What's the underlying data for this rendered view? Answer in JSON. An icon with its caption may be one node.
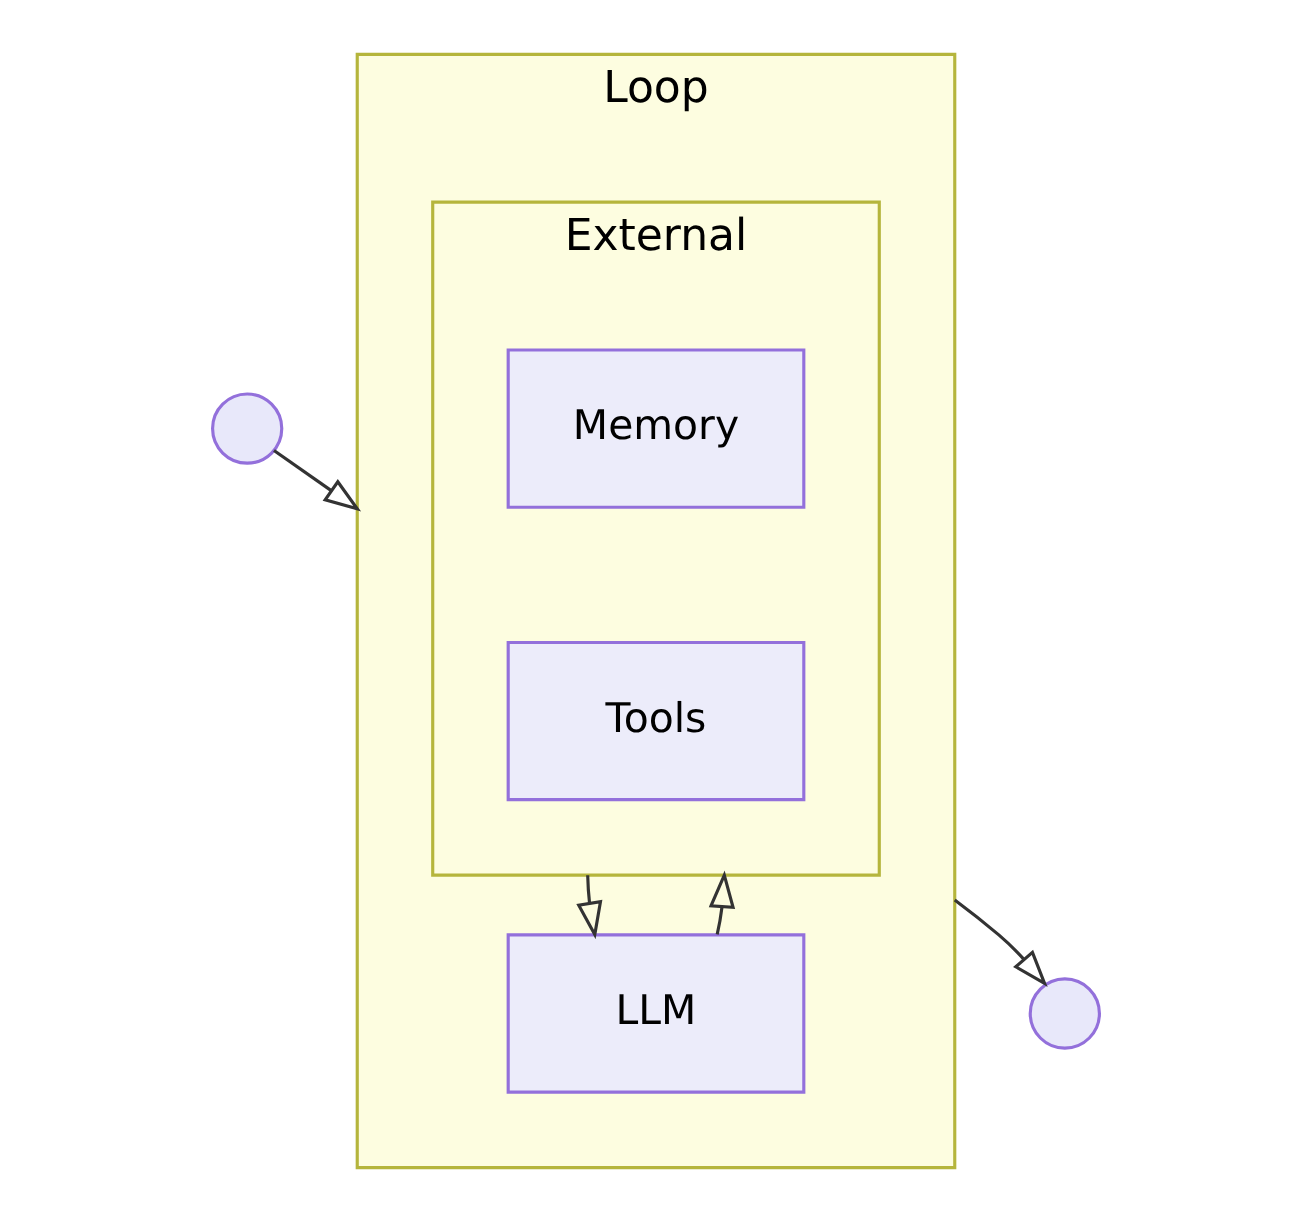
{
  "diagram": {
    "nodes": [
      {
        "text": [],
        "shape": "circle"
      },
      {
        "text": [
          "Loop"
        ]
      },
      {
        "text": [
          "External"
        ],
        "in": 1
      },
      {
        "text": [
          "Tools"
        ],
        "in": 2
      },
      {
        "text": [
          "Memory"
        ],
        "in": 2
      },
      {
        "text": [
          "LLM"
        ],
        "in": 1
      },
      {
        "text": [],
        "shape": "circle"
      }
    ],
    "edges": [
      {
        "from": 0,
        "to": 1,
        "arrow": "to"
      },
      {
        "from": 2,
        "to": 5,
        "arrow": "to"
      },
      {
        "from": 5,
        "to": 2,
        "arrow": "to"
      },
      {
        "from": 1,
        "to": 6,
        "arrow": "to"
      }
    ]
  }
}
